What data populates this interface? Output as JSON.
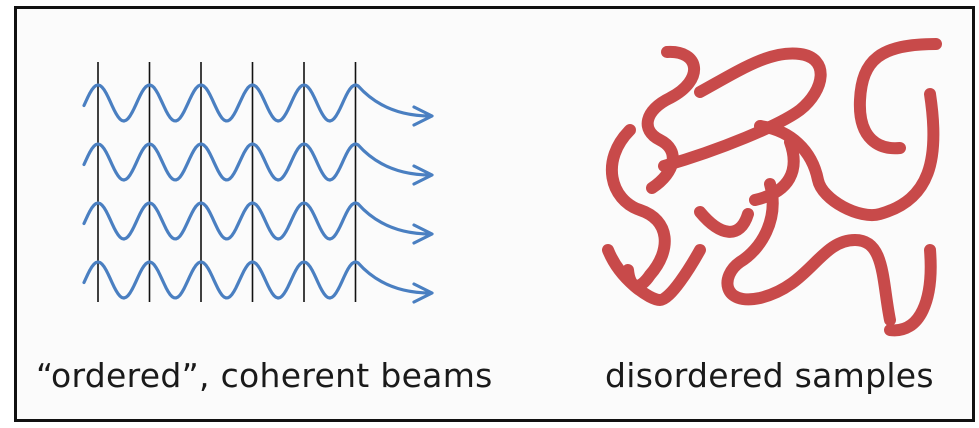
{
  "colors": {
    "wave": "#4a7fc1",
    "sample": "#c84a4a",
    "wavefront": "#111111",
    "frame": "#111111"
  },
  "left_panel": {
    "caption": "“ordered”, coherent beams",
    "beam_count": 4,
    "wavefront_count": 6
  },
  "right_panel": {
    "caption": "disordered samples",
    "strand_count": 8
  }
}
